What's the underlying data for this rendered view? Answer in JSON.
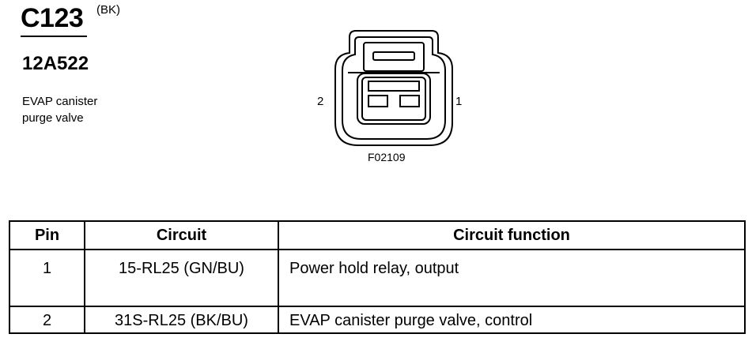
{
  "connector": {
    "id": "C123",
    "color": "(BK)",
    "part_number": "12A522",
    "description_lines": [
      "EVAP canister",
      "purge valve"
    ]
  },
  "diagram": {
    "pin_label_left": "2",
    "pin_label_right": "1",
    "figure_id": "F02109"
  },
  "table": {
    "headers": {
      "pin": "Pin",
      "circuit": "Circuit",
      "function": "Circuit function"
    },
    "rows": [
      {
        "pin": "1",
        "circuit": "15-RL25 (GN/BU)",
        "function": "Power hold relay, output"
      },
      {
        "pin": "2",
        "circuit": "31S-RL25 (BK/BU)",
        "function": "EVAP canister purge valve, control"
      }
    ]
  }
}
